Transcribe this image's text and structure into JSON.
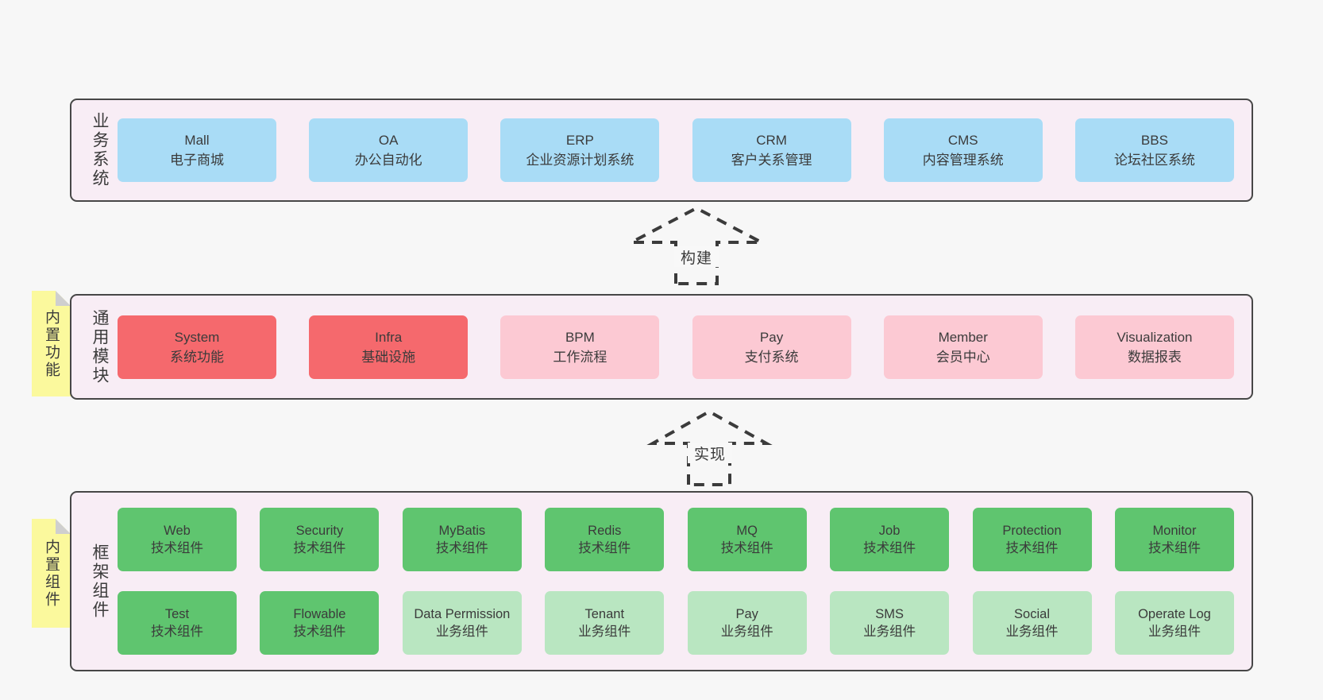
{
  "colors": {
    "page_bg": "#f7f7f7",
    "panel_bg": "#f8edf5",
    "panel_border": "#474747",
    "box_blue": "#a9dcf6",
    "box_red": "#f5696d",
    "box_pink": "#fcc9d3",
    "box_green": "#5fc56f",
    "box_green_light": "#b9e6c1",
    "sticky_yellow": "#fbf99d",
    "sticky_fold": "#cfcfcf",
    "text": "#3b3b3b"
  },
  "top": {
    "label": "业务系统",
    "boxes": [
      {
        "title": "Mall",
        "subtitle": "电子商城"
      },
      {
        "title": "OA",
        "subtitle": "办公自动化"
      },
      {
        "title": "ERP",
        "subtitle": "企业资源计划系统"
      },
      {
        "title": "CRM",
        "subtitle": "客户关系管理"
      },
      {
        "title": "CMS",
        "subtitle": "内容管理系统"
      },
      {
        "title": "BBS",
        "subtitle": "论坛社区系统"
      }
    ]
  },
  "arrow1": {
    "label": "构建"
  },
  "mid": {
    "label": "通用模块",
    "sticky": "内置功能",
    "boxes": [
      {
        "title": "System",
        "subtitle": "系统功能"
      },
      {
        "title": "Infra",
        "subtitle": "基础设施"
      },
      {
        "title": "BPM",
        "subtitle": "工作流程"
      },
      {
        "title": "Pay",
        "subtitle": "支付系统"
      },
      {
        "title": "Member",
        "subtitle": "会员中心"
      },
      {
        "title": "Visualization",
        "subtitle": "数据报表"
      }
    ]
  },
  "arrow2": {
    "label": "实现"
  },
  "bot": {
    "label": "框架组件",
    "sticky": "内置组件",
    "row1": [
      {
        "title": "Web",
        "subtitle": "技术组件"
      },
      {
        "title": "Security",
        "subtitle": "技术组件"
      },
      {
        "title": "MyBatis",
        "subtitle": "技术组件"
      },
      {
        "title": "Redis",
        "subtitle": "技术组件"
      },
      {
        "title": "MQ",
        "subtitle": "技术组件"
      },
      {
        "title": "Job",
        "subtitle": "技术组件"
      },
      {
        "title": "Protection",
        "subtitle": "技术组件"
      },
      {
        "title": "Monitor",
        "subtitle": "技术组件"
      }
    ],
    "row2": [
      {
        "title": "Test",
        "subtitle": "技术组件"
      },
      {
        "title": "Flowable",
        "subtitle": "技术组件"
      },
      {
        "title": "Data Permission",
        "subtitle": "业务组件"
      },
      {
        "title": "Tenant",
        "subtitle": "业务组件"
      },
      {
        "title": "Pay",
        "subtitle": "业务组件"
      },
      {
        "title": "SMS",
        "subtitle": "业务组件"
      },
      {
        "title": "Social",
        "subtitle": "业务组件"
      },
      {
        "title": "Operate Log",
        "subtitle": "业务组件"
      }
    ]
  }
}
